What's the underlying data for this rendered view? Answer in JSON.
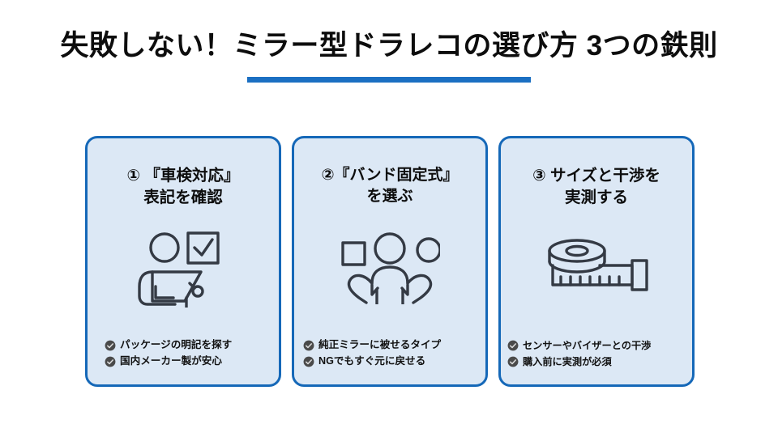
{
  "slide": {
    "background_color": "#ffffff",
    "title": "失敗しない！ミラー型ドラレコの選び方 3つの鉄則",
    "accent_color": "#1b6fc2",
    "title_color": "#0d0d0d"
  },
  "card_style": {
    "fill_color": "#dce8f5",
    "border_color": "#1568b8",
    "icon_color": "#343a44",
    "bullet_circle_color": "#4a4a4a",
    "bullet_check_color": "#dcdcdc"
  },
  "cards": [
    {
      "number": "①",
      "heading_line1": "① 『車検対応』",
      "heading_line2": "表記を確認",
      "icon": "person-clipboard-checkbox-icon",
      "bullets": [
        "パッケージの明記を探す",
        "国内メーカー製が安心"
      ]
    },
    {
      "number": "②",
      "heading_line1": "②『バンド固定式』",
      "heading_line2": "を選ぶ",
      "icon": "person-mirror-mount-icon",
      "bullets": [
        "純正ミラーに被せるタイプ",
        "NGでもすぐ元に戻せる"
      ]
    },
    {
      "number": "③",
      "heading_line1": "③ サイズと干渉を",
      "heading_line2": "実測する",
      "icon": "measuring-tape-icon",
      "bullets": [
        "センサーやバイザーとの干渉",
        "購入前に実測が必須"
      ]
    }
  ]
}
